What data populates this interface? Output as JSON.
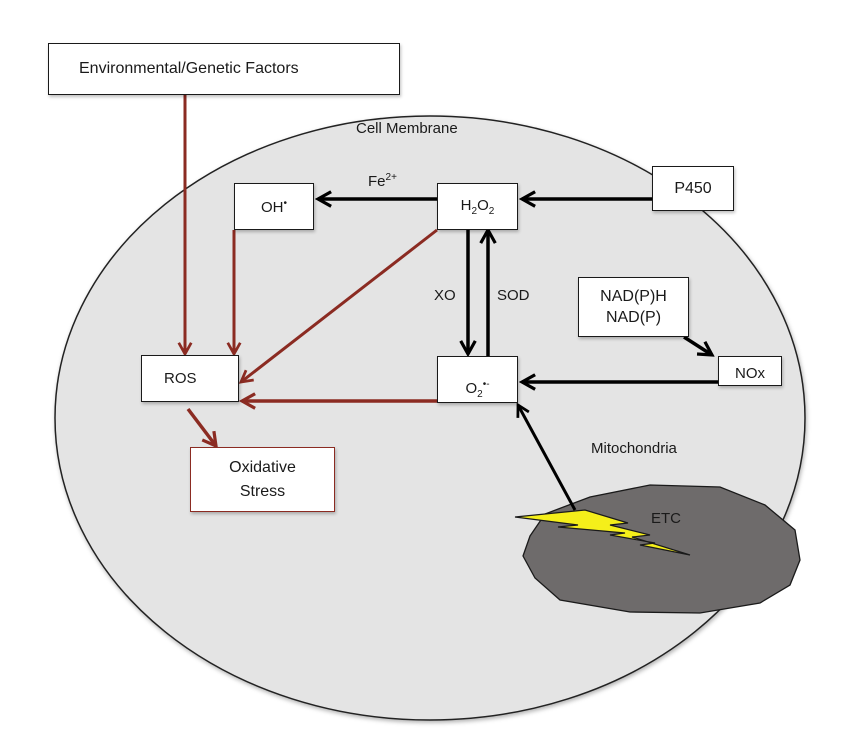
{
  "title": "Environmental/Genetic Factors",
  "membrane_label": "Cell Membrane",
  "nodes": {
    "env": "Environmental/Genetic Factors",
    "oh": {
      "base": "OH",
      "sup": "•"
    },
    "h2o2": {
      "h": "H",
      "sub1": "2",
      "o": "O",
      "sub2": "2"
    },
    "p450": "P450",
    "nadph_line1": "NAD(P)H",
    "nadph_line2": "NAD(P)",
    "nox": "NOx",
    "ros": "ROS",
    "o2": {
      "base": "O",
      "sub": "2",
      "sup": "•-"
    },
    "oxidative_line1": "Oxidative",
    "oxidative_line2": "Stress"
  },
  "edge_labels": {
    "fe": {
      "base": "Fe",
      "sup": "2+"
    },
    "xo": "XO",
    "sod": "SOD",
    "mitochondria": "Mitochondria",
    "etc": "ETC"
  },
  "colors": {
    "cell_fill": "#e4e4e4",
    "black_arrow": "#000000",
    "red_arrow": "#8b2b22",
    "mito_fill": "#6e6b6b",
    "bolt": "#f5ef1a"
  }
}
